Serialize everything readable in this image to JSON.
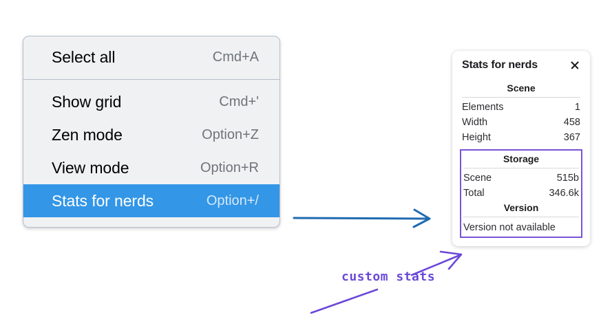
{
  "context_menu": {
    "groups": [
      {
        "items": [
          {
            "label": "Select all",
            "shortcut": "Cmd+A",
            "selected": false
          }
        ]
      },
      {
        "items": [
          {
            "label": "Show grid",
            "shortcut": "Cmd+'",
            "selected": false
          },
          {
            "label": "Zen mode",
            "shortcut": "Option+Z",
            "selected": false
          },
          {
            "label": "View mode",
            "shortcut": "Option+R",
            "selected": false
          },
          {
            "label": "Stats for nerds",
            "shortcut": "Option+/",
            "selected": true
          }
        ]
      }
    ],
    "highlight_color": "#3396e6"
  },
  "stats_panel": {
    "title": "Stats for nerds",
    "close_icon": "close-icon",
    "sections": [
      {
        "title": "Scene",
        "rows": [
          {
            "key": "Elements",
            "value": "1"
          },
          {
            "key": "Width",
            "value": "458"
          },
          {
            "key": "Height",
            "value": "367"
          }
        ]
      },
      {
        "title": "Storage",
        "rows": [
          {
            "key": "Scene",
            "value": "515b"
          },
          {
            "key": "Total",
            "value": "346.6k"
          }
        ]
      },
      {
        "title": "Version",
        "text": "Version not available"
      }
    ],
    "highlight_border_color": "#7a52d6"
  },
  "annotations": {
    "text": "custom stats",
    "text_color": "#6b48d8",
    "blue_arrow_color": "#1f6bb0"
  }
}
